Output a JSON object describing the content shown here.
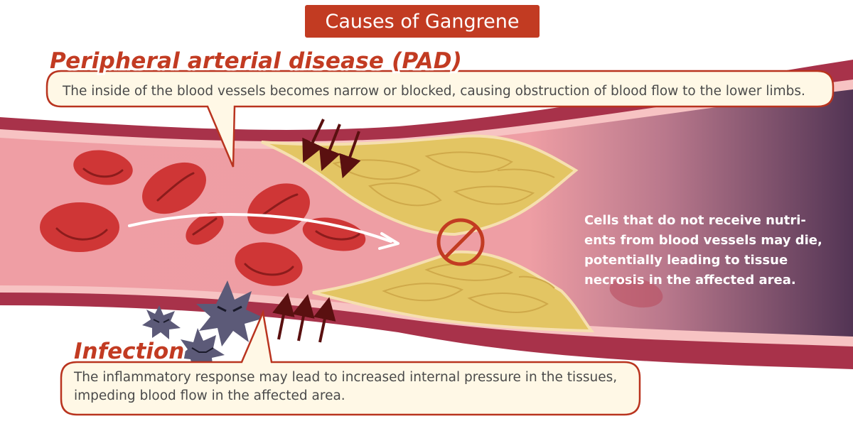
{
  "title": "Causes of Gangrene",
  "pad": {
    "heading": "Peripheral arterial disease (PAD)",
    "text": "The inside of the blood vessels becomes narrow or blocked, causing obstruction of blood flow to the lower limbs."
  },
  "infection": {
    "heading": "Infection",
    "text": "The inflammatory response may lead to increased internal pressure in the tissues, impeding blood flow in the affected area."
  },
  "necrosis_note": "Cells that do not receive nutri-ents from blood vessels may die, potentially leading to tissue necrosis in the affected area.",
  "colors": {
    "accent": "#c23b22",
    "vessel_wall": "#a8324a",
    "blood": "#cf3636",
    "plaque": "#e3c563",
    "bacteria": "#5c5a78",
    "necrosis": "#4f3350"
  },
  "icons": [
    "red-blood-cell-icon",
    "blocked-sign-icon",
    "pressure-arrow-icon",
    "bacteria-icon",
    "flow-arrow-icon"
  ]
}
